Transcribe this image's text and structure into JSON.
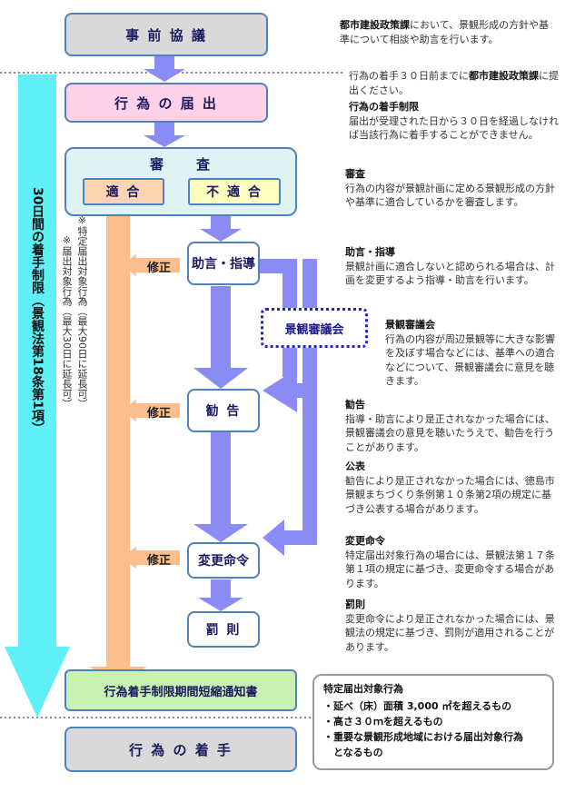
{
  "boxes": {
    "prior_consult": "事 前 協 議",
    "notification": "行 為 の 届 出",
    "review": "審　　査",
    "conform": "適 合",
    "nonconform": "不 適 合",
    "advice": "助言・指導",
    "council": "景観審議会",
    "recommend": "勧 告",
    "order": "変更命令",
    "penalty": "罰 則",
    "shorten_notice": "行為着手制限期間短縮通知書",
    "start": "行 為 の 着 手"
  },
  "fix_label": "修正",
  "timeline": {
    "vertical_label": "30日間の着手制限（景観法第18条第1項）",
    "note_specific": "※特定届出対象行為（最大90日に延長可）",
    "note_general": "※届出対象行為（最大30日に延長可）"
  },
  "descriptions": {
    "prior": {
      "strong": "都市建設政策課",
      "text": "において、景観形成の方針や基準について相談や助言を行います。"
    },
    "notify": {
      "pre": "行為の着手３０日前までに",
      "strong": "都市建設政策課",
      "post": "に提出ください。"
    },
    "restriction": {
      "title": "行為の着手制限",
      "text": "届出が受理された日から３０日を経過しなければ当該行為に着手することができません。"
    },
    "review": {
      "title": "審査",
      "text": "行為の内容が景観計画に定める景観形成の方針や基準に適合しているかを審査します。"
    },
    "advice": {
      "title": "助言・指導",
      "text": "景観計画に適合しないと認められる場合は、計画を変更するよう指導・助言を行います。"
    },
    "council": {
      "title": "景観審議会",
      "text": "行為の内容が周辺景観等に大きな影響を及ぼす場合などには、基準への適合などについて、景観審議会に意見を聴きます。"
    },
    "recommend": {
      "title": "勧告",
      "text": "指導・助言により是正されなかった場合には、景観審議会の意見を聴いたうえで、勧告を行うことがあります。"
    },
    "publish": {
      "title": "公表",
      "text": "勧告により是正されなかった場合には、徳島市景観まちづくり条例第１０条第2項の規定に基づき公表する場合があります。"
    },
    "order": {
      "title": "変更命令",
      "text": "特定届出対象行為の場合には、景観法第１７条第１項の規定に基づき、変更命令する場合があります。"
    },
    "penalty": {
      "title": "罰則",
      "text": "変更命令により是正されなかった場合には、景観法の規定に基づき、罰則が適用されることがあります。"
    }
  },
  "conditions": {
    "title": "特定届出対象行為",
    "items": [
      "・延べ（床）面積 3,000 ㎡を超えるもの",
      "・高さ３０ｍを超えるもの",
      "・重要な景観形成地域における届出対象行為",
      "　となるもの"
    ]
  },
  "colors": {
    "box_border": "#4f81bd",
    "flow_arrow": "#8b8bf5",
    "timeline_arrow": "#5ff0f7",
    "fix_arrow": "#fbbf8c",
    "notify_pink": "#ffd2ea",
    "review_bg": "#dff3f4",
    "shorten_green": "#c8f0b0"
  }
}
